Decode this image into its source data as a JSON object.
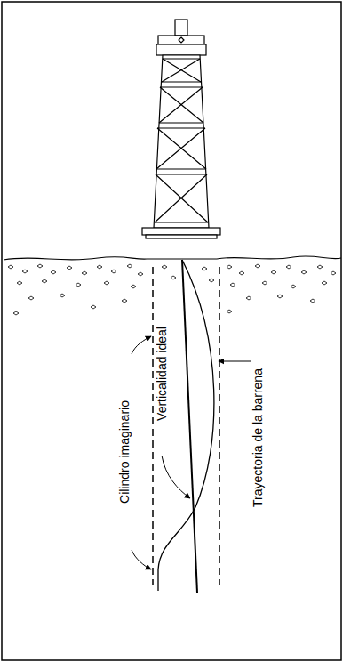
{
  "diagram": {
    "labels": [
      "Cilindro imaginario",
      "Verticalidad ideal",
      "Trayectoria de la barrena"
    ]
  }
}
